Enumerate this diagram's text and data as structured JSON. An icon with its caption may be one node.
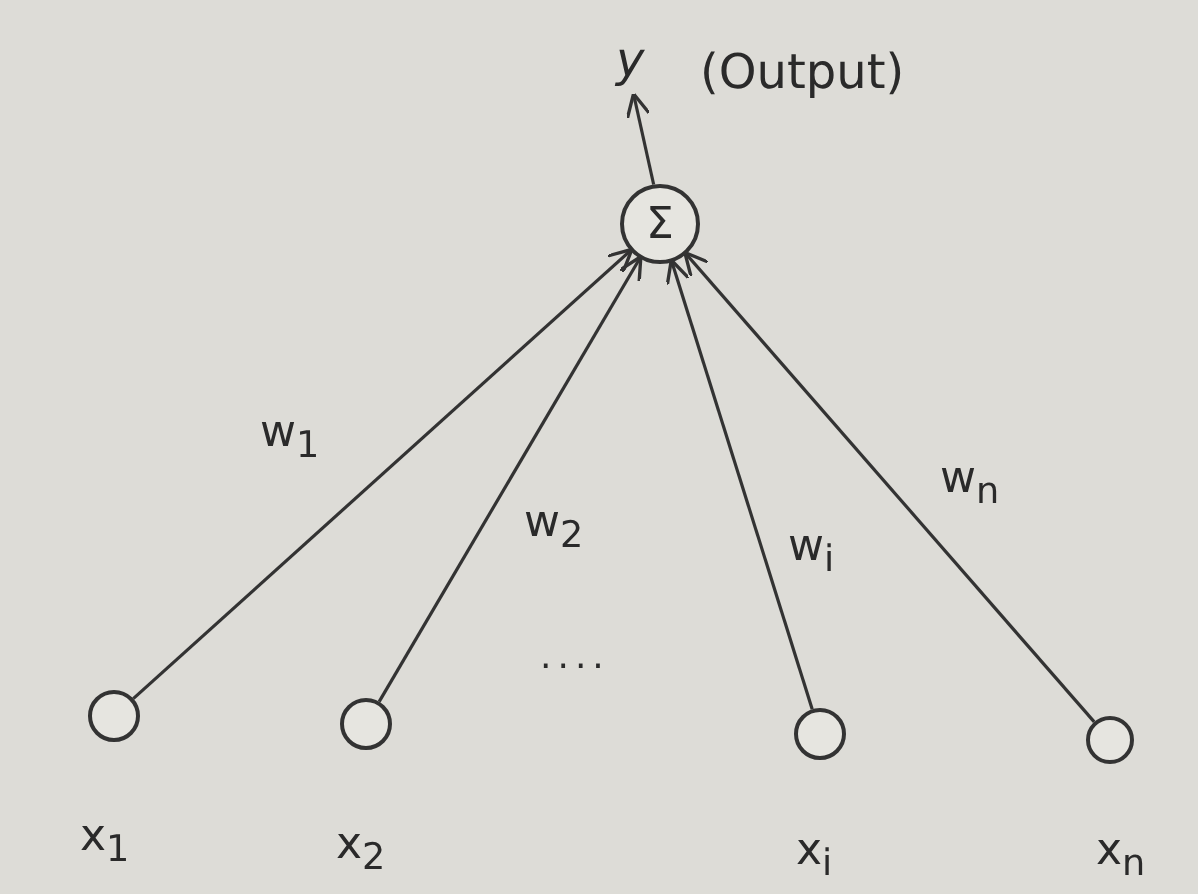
{
  "diagram": {
    "nodes": [
      {
        "text": [
          "y"
        ],
        "beside": [
          "(Output)"
        ]
      },
      {
        "text": [
          "Σ"
        ]
      },
      {
        "text": [],
        "shape": "circle",
        "beside": [
          "x$_{1}$"
        ]
      },
      {
        "text": [],
        "shape": "circle",
        "beside": [
          "x$_{2}$"
        ]
      },
      {
        "text": [],
        "shape": "circle",
        "beside": [
          "x$_{i}$"
        ]
      },
      {
        "text": [],
        "shape": "circle",
        "beside": [
          "x$_{n}$"
        ]
      }
    ],
    "edges": [
      {
        "from": 1,
        "to": 0,
        "arrow": "to"
      },
      {
        "from": 2,
        "to": 1,
        "arrow": "to",
        "label": "w$_{1}$"
      },
      {
        "from": 3,
        "to": 1,
        "arrow": "to",
        "label": "w$_{2}$"
      },
      {
        "from": 4,
        "to": 1,
        "arrow": "to",
        "label": "w$_{i}$"
      },
      {
        "from": 5,
        "to": 1,
        "arrow": "to",
        "label": "w$_{n}$"
      }
    ],
    "labels": [
      "...."
    ]
  }
}
